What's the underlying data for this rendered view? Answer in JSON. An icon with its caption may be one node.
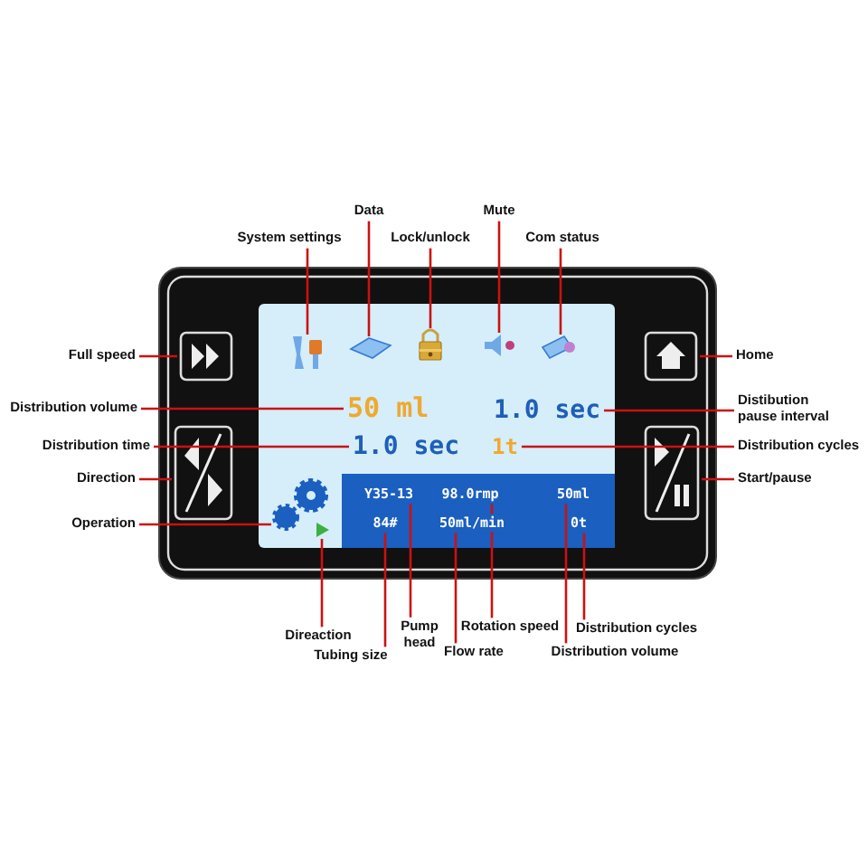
{
  "diagram": {
    "nodes": [
      {
        "text": [
          "System settings"
        ]
      },
      {
        "text": [
          "Data"
        ]
      },
      {
        "text": [
          "Lock/unlock"
        ]
      },
      {
        "text": [
          "Mute"
        ]
      },
      {
        "text": [
          "Com status"
        ]
      },
      {
        "text": [
          "Full speed"
        ]
      },
      {
        "text": [
          "Home"
        ]
      },
      {
        "text": [
          "Distribution volume"
        ]
      },
      {
        "text": [
          "Distibution pause interval"
        ]
      },
      {
        "text": [
          "Distribution time"
        ]
      },
      {
        "text": [
          "Distribution cycles"
        ]
      },
      {
        "text": [
          "Direction"
        ]
      },
      {
        "text": [
          "Start/pause"
        ]
      },
      {
        "text": [
          "Operation"
        ]
      },
      {
        "text": [
          "Direaction"
        ]
      },
      {
        "text": [
          "Tubing size"
        ]
      },
      {
        "text": [
          "Pump head"
        ]
      },
      {
        "text": [
          "Rotation speed"
        ]
      },
      {
        "text": [
          "Distribution cycles"
        ]
      },
      {
        "text": [
          "Flow rate"
        ]
      },
      {
        "text": [
          "Distribution volume"
        ]
      },
      {
        "text": [
          "50 ml"
        ]
      },
      {
        "text": [
          "1.0 sec"
        ]
      },
      {
        "text": [
          "1.0 sec"
        ]
      },
      {
        "text": [
          "1t"
        ]
      },
      {
        "text": [
          "Y35-13"
        ]
      },
      {
        "text": [
          "84#"
        ]
      },
      {
        "text": [
          "98.0rmp"
        ]
      },
      {
        "text": [
          "50ml/min"
        ]
      },
      {
        "text": [
          "50ml"
        ]
      },
      {
        "text": [
          "0t"
        ]
      },
      {
        "text": [],
        "shape": "picture"
      },
      {
        "text": [],
        "shape": "picture"
      },
      {
        "text": [],
        "shape": "picture"
      },
      {
        "text": [],
        "shape": "picture"
      },
      {
        "text": [],
        "shape": "picture"
      },
      {
        "text": [],
        "shape": "box"
      },
      {
        "text": [],
        "shape": "box"
      },
      {
        "text": [],
        "shape": "box"
      },
      {
        "text": [],
        "shape": "box"
      },
      {
        "text": [],
        "shape": "picture"
      },
      {
        "text": [],
        "shape": "picture"
      }
    ],
    "edges": [
      {
        "from": 0,
        "to": 31,
        "arrow": "none"
      },
      {
        "from": 1,
        "to": 32,
        "arrow": "none"
      },
      {
        "from": 2,
        "to": 33,
        "arrow": "none"
      },
      {
        "from": 3,
        "to": 34,
        "arrow": "none"
      },
      {
        "from": 4,
        "to": 35,
        "arrow": "none"
      },
      {
        "from": 5,
        "to": 36,
        "arrow": "none"
      },
      {
        "from": 6,
        "to": 37,
        "arrow": "none"
      },
      {
        "from": 7,
        "to": 21,
        "arrow": "none"
      },
      {
        "from": 8,
        "to": 22,
        "arrow": "none"
      },
      {
        "from": 9,
        "to": 23,
        "arrow": "none"
      },
      {
        "from": 10,
        "to": 24,
        "arrow": "none"
      },
      {
        "from": 11,
        "to": 38,
        "arrow": "none"
      },
      {
        "from": 12,
        "to": 39,
        "arrow": "none"
      },
      {
        "from": 13,
        "to": 40,
        "arrow": "none"
      },
      {
        "from": 14,
        "to": 41,
        "arrow": "none"
      },
      {
        "from": 15,
        "to": 26,
        "arrow": "none"
      },
      {
        "from": 16,
        "to": 25,
        "arrow": "none"
      },
      {
        "from": 17,
        "to": 27,
        "arrow": "none"
      },
      {
        "from": 18,
        "to": 30,
        "arrow": "none"
      },
      {
        "from": 19,
        "to": 28,
        "arrow": "none"
      },
      {
        "from": 20,
        "to": 29,
        "arrow": "none"
      }
    ]
  }
}
